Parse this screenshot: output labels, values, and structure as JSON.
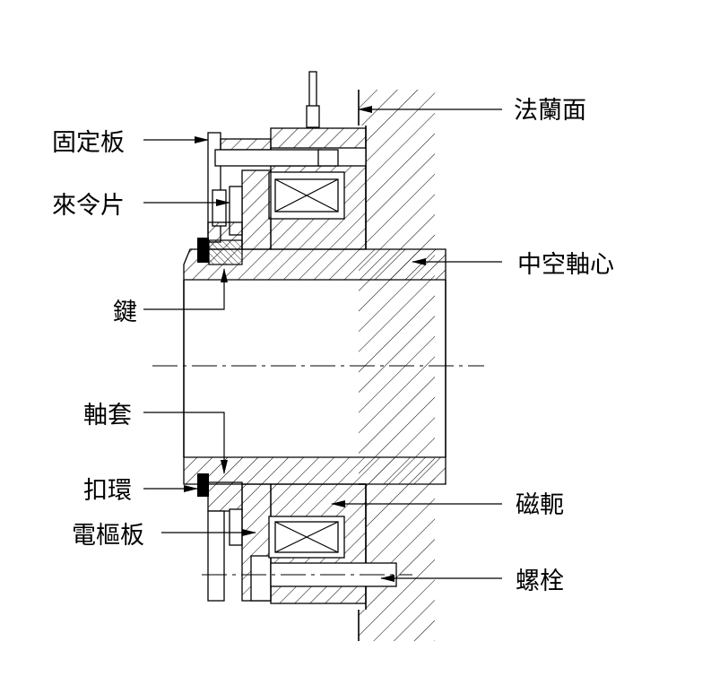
{
  "labels": {
    "flange_face": "法蘭面",
    "fixed_plate": "固定板",
    "spring_plate": "來令片",
    "hollow_shaft": "中空軸心",
    "key": "鍵",
    "shaft_sleeve": "軸套",
    "retaining_ring": "扣環",
    "armature_plate": "電樞板",
    "yoke": "磁軛",
    "bolt": "螺栓"
  },
  "icons": {
    "arrow": "arrow-head-icon"
  }
}
